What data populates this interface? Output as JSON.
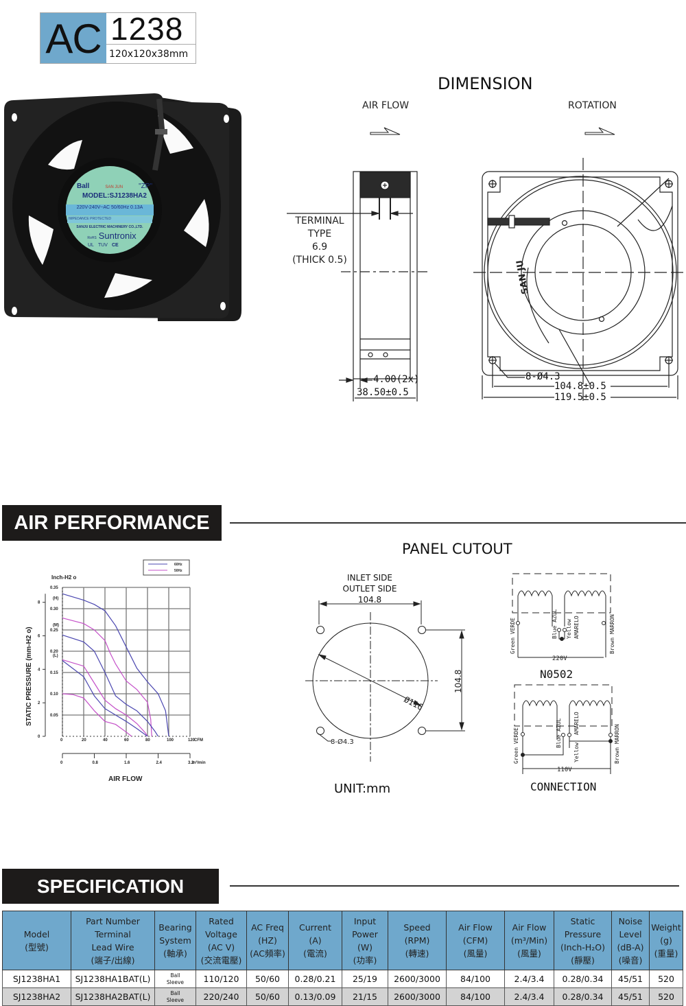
{
  "badge": {
    "prefix": "AC",
    "model_number": "1238",
    "dimensions": "120x120x38mm",
    "prefix_bg": "#6fa8cc"
  },
  "product_photo": {
    "label": {
      "bearing": "Ball",
      "brand_logo": "SAN JUN",
      "grade": "\"ZP\"",
      "model": "MODEL:SJ1238HA2",
      "rating": "220V-240V~AC  50/60Hz 0.13A",
      "protection": "IMPEDANCE PROTECTED",
      "manufacturer": "SANJU ELECTRIC MACHINERY CO.,LTD.",
      "rohs": "RoHS",
      "brand": "Suntronix",
      "certs": [
        "UL",
        "TUV",
        "CE"
      ]
    }
  },
  "dimension": {
    "title": "DIMENSION",
    "air_flow_label": "AIR FLOW",
    "rotation_label": "ROTATION",
    "terminal": [
      "TERMINAL",
      "TYPE",
      "6.9",
      "(THICK 0.5)"
    ],
    "side_dims": {
      "tab": "4.00(2x)",
      "depth": "38.50±0.5"
    },
    "front_dims": {
      "holes": "8-Ø4.3",
      "hole_spacing": "104.8±0.5",
      "outer": "119.5±0.5"
    },
    "hub_logo": "SAN JU"
  },
  "sections": {
    "air_performance": "AIR PERFORMANCE",
    "specification": "SPECIFICATION"
  },
  "panel_cutout": {
    "title": "PANEL CUTOUT",
    "side_labels": [
      "INLET SIDE",
      "OUTLET SIDE"
    ],
    "width": "104.8",
    "height": "104.8",
    "diameter": "Ø116",
    "holes": "8-Ø4.3",
    "unit": "UNIT:mm"
  },
  "connection": {
    "title": "CONNECTION",
    "model": "N0502",
    "wires": {
      "green": "Green VERDE",
      "blue": "Blue AZUL",
      "yellow": "Yellow",
      "amarelo": "AMARELO",
      "brown": "Brown MARRON"
    },
    "voltage_220": "220V",
    "voltage_110": "110V"
  },
  "chart_data": {
    "type": "line",
    "title": "",
    "xlabel": "AIR FLOW",
    "ylabel": "STATIC PRESSURE (mm-H2 o)",
    "ylabel_secondary": "Inch-H2 o",
    "x_unit": "CFM",
    "x_ticks": [
      0,
      20,
      40,
      60,
      80,
      100,
      120
    ],
    "x2_unit": "m³/min",
    "x2_ticks": [
      "0",
      "0.8",
      "1.6",
      "2.4",
      "3.2"
    ],
    "y_ticks_inch": [
      "0.05",
      "0.10",
      "0.15",
      "0.20",
      "0.25",
      "0.30",
      "0.35"
    ],
    "y_ticks_mm": [
      "0",
      "2",
      "4",
      "6",
      "8"
    ],
    "speed_marks": [
      "(H)",
      "(M)",
      "(L)"
    ],
    "xlim": [
      0,
      120
    ],
    "ylim": [
      0,
      0.35
    ],
    "grid": true,
    "legend": {
      "position": "top-right",
      "entries": [
        "60Hz",
        "50Hz"
      ]
    },
    "colors": {
      "60Hz": "#4a46b0",
      "50Hz": "#c44fc8"
    },
    "series": [
      {
        "name": "60Hz (H)",
        "x": [
          0,
          20,
          30,
          40,
          50,
          60,
          70,
          80,
          90,
          97,
          100
        ],
        "y": [
          0.335,
          0.32,
          0.31,
          0.295,
          0.26,
          0.21,
          0.16,
          0.128,
          0.1,
          0.06,
          0.0
        ]
      },
      {
        "name": "50Hz (H)",
        "x": [
          0,
          20,
          30,
          40,
          45,
          50,
          60,
          70,
          80,
          83,
          84
        ],
        "y": [
          0.278,
          0.265,
          0.25,
          0.225,
          0.195,
          0.17,
          0.13,
          0.11,
          0.08,
          0.04,
          0.0
        ]
      },
      {
        "name": "60Hz (M)",
        "x": [
          0,
          20,
          30,
          40,
          50,
          60,
          70,
          80,
          87,
          90
        ],
        "y": [
          0.238,
          0.222,
          0.2,
          0.15,
          0.095,
          0.075,
          0.06,
          0.035,
          0.012,
          0.0
        ]
      },
      {
        "name": "50Hz (L)",
        "x": [
          0,
          20,
          30,
          40,
          50,
          60,
          70,
          78,
          80
        ],
        "y": [
          0.18,
          0.165,
          0.125,
          0.085,
          0.065,
          0.05,
          0.03,
          0.008,
          0.0
        ]
      },
      {
        "name": "60Hz (L)",
        "x": [
          0,
          20,
          30,
          40,
          50,
          60,
          70,
          80
        ],
        "y": [
          0.178,
          0.14,
          0.095,
          0.065,
          0.05,
          0.035,
          0.018,
          0.0
        ]
      },
      {
        "name": "50Hz (LL)",
        "x": [
          0,
          10,
          20,
          30,
          40,
          50,
          60,
          65
        ],
        "y": [
          0.1,
          0.098,
          0.09,
          0.06,
          0.035,
          0.028,
          0.01,
          0.0
        ]
      }
    ]
  },
  "spec_table": {
    "headers": [
      [
        "Model",
        "(型號)"
      ],
      [
        "Part Number",
        "Terminal",
        "Lead Wire",
        "(端子/出線)"
      ],
      [
        "Bearing",
        "System",
        "(軸承)"
      ],
      [
        "Rated",
        "Voltage",
        "(AC V)",
        "(交流電壓)"
      ],
      [
        "AC Freq",
        "(HZ)",
        "(AC頻率)"
      ],
      [
        "Current",
        "(A)",
        "(電流)"
      ],
      [
        "Input",
        "Power",
        "(W)",
        "(功率)"
      ],
      [
        "Speed",
        "(RPM)",
        "(轉速)"
      ],
      [
        "Air Flow",
        "(CFM)",
        "(風量)"
      ],
      [
        "Air Flow",
        "(m³/Min)",
        "(風量)"
      ],
      [
        "Static",
        "Pressure",
        "(Inch-H₂O)",
        "(靜壓)"
      ],
      [
        "Noise",
        "Level",
        "(dB-A)",
        "(噪音)"
      ],
      [
        "Weight",
        "(g)",
        "(重量)"
      ]
    ],
    "rows": [
      {
        "model": "SJ1238HA1",
        "part_number": "SJ1238HA1BAT(L)",
        "bearing": [
          "Ball",
          "Sleeve"
        ],
        "voltage": "110/120",
        "freq": "50/60",
        "current": "0.28/0.21",
        "power": "25/19",
        "speed": "2600/3000",
        "airflow_cfm": "84/100",
        "airflow_m3": "2.4/3.4",
        "pressure": "0.28/0.34",
        "noise": "45/51",
        "weight": "520"
      },
      {
        "model": "SJ1238HA2",
        "part_number": "SJ1238HA2BAT(L)",
        "bearing": [
          "Ball",
          "Sleeve"
        ],
        "voltage": "220/240",
        "freq": "50/60",
        "current": "0.13/0.09",
        "power": "21/15",
        "speed": "2600/3000",
        "airflow_cfm": "84/100",
        "airflow_m3": "2.4/3.4",
        "pressure": "0.28/0.34",
        "noise": "45/51",
        "weight": "520"
      }
    ]
  }
}
